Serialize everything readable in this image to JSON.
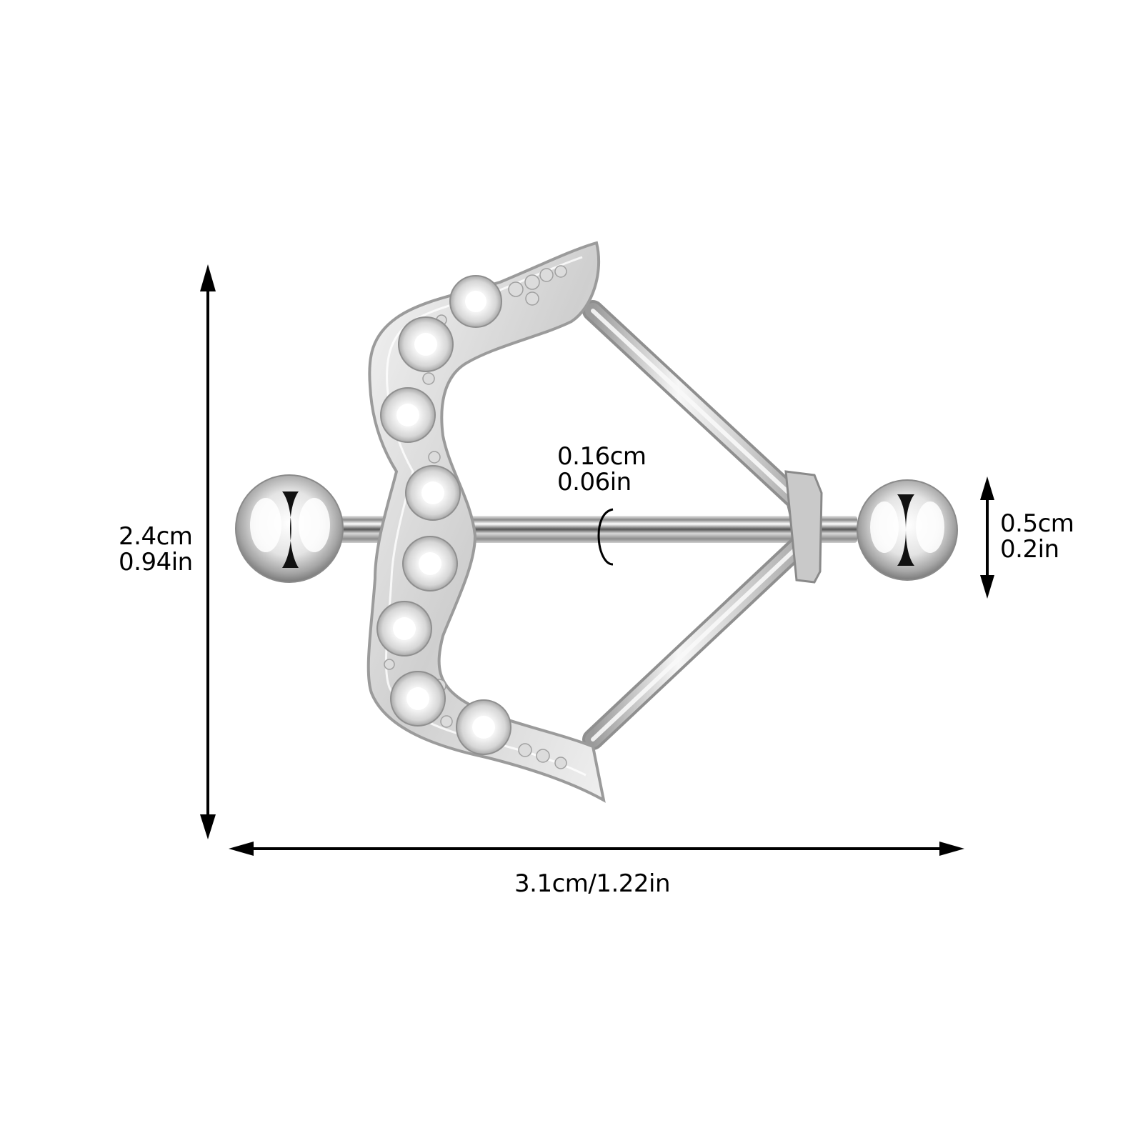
{
  "product": {
    "name": "nipple-shield-barbell",
    "style": "bow-shaped shield with clear crystals",
    "metal_color": "#c9c9c9",
    "crystal_count": 8,
    "crystal_color": "#f2f2f2"
  },
  "dimensions": {
    "height": {
      "cm": "2.4cm",
      "in": "0.94in"
    },
    "gauge": {
      "cm": "0.16cm",
      "in": "0.06in"
    },
    "ball": {
      "cm": "0.5cm",
      "in": "0.2in"
    },
    "width": {
      "label": "3.1cm/1.22in"
    }
  },
  "colors": {
    "background": "#ffffff",
    "arrow": "#000000",
    "text": "#000000"
  }
}
